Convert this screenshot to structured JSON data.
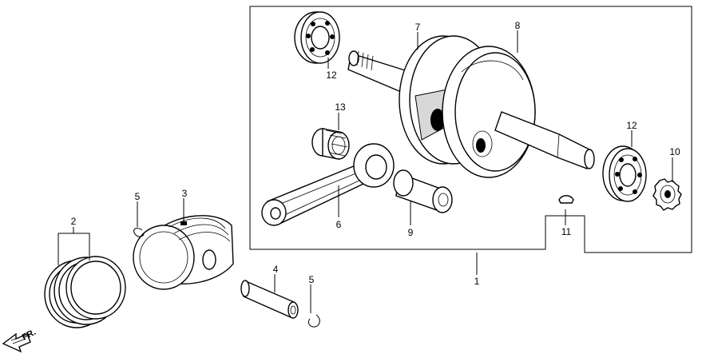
{
  "callouts": [
    {
      "id": "c1",
      "text": "1"
    },
    {
      "id": "c2",
      "text": "2"
    },
    {
      "id": "c3",
      "text": "3"
    },
    {
      "id": "c4",
      "text": "4"
    },
    {
      "id": "c5a",
      "text": "5"
    },
    {
      "id": "c5b",
      "text": "5"
    },
    {
      "id": "c6",
      "text": "6"
    },
    {
      "id": "c7",
      "text": "7"
    },
    {
      "id": "c8",
      "text": "8"
    },
    {
      "id": "c9",
      "text": "9"
    },
    {
      "id": "c10",
      "text": "10"
    },
    {
      "id": "c11",
      "text": "11"
    },
    {
      "id": "c12a",
      "text": "12"
    },
    {
      "id": "c12b",
      "text": "12"
    },
    {
      "id": "c13",
      "text": "13"
    }
  ],
  "direction_marker": {
    "text": "FR.",
    "icon": "front-arrow-icon"
  }
}
